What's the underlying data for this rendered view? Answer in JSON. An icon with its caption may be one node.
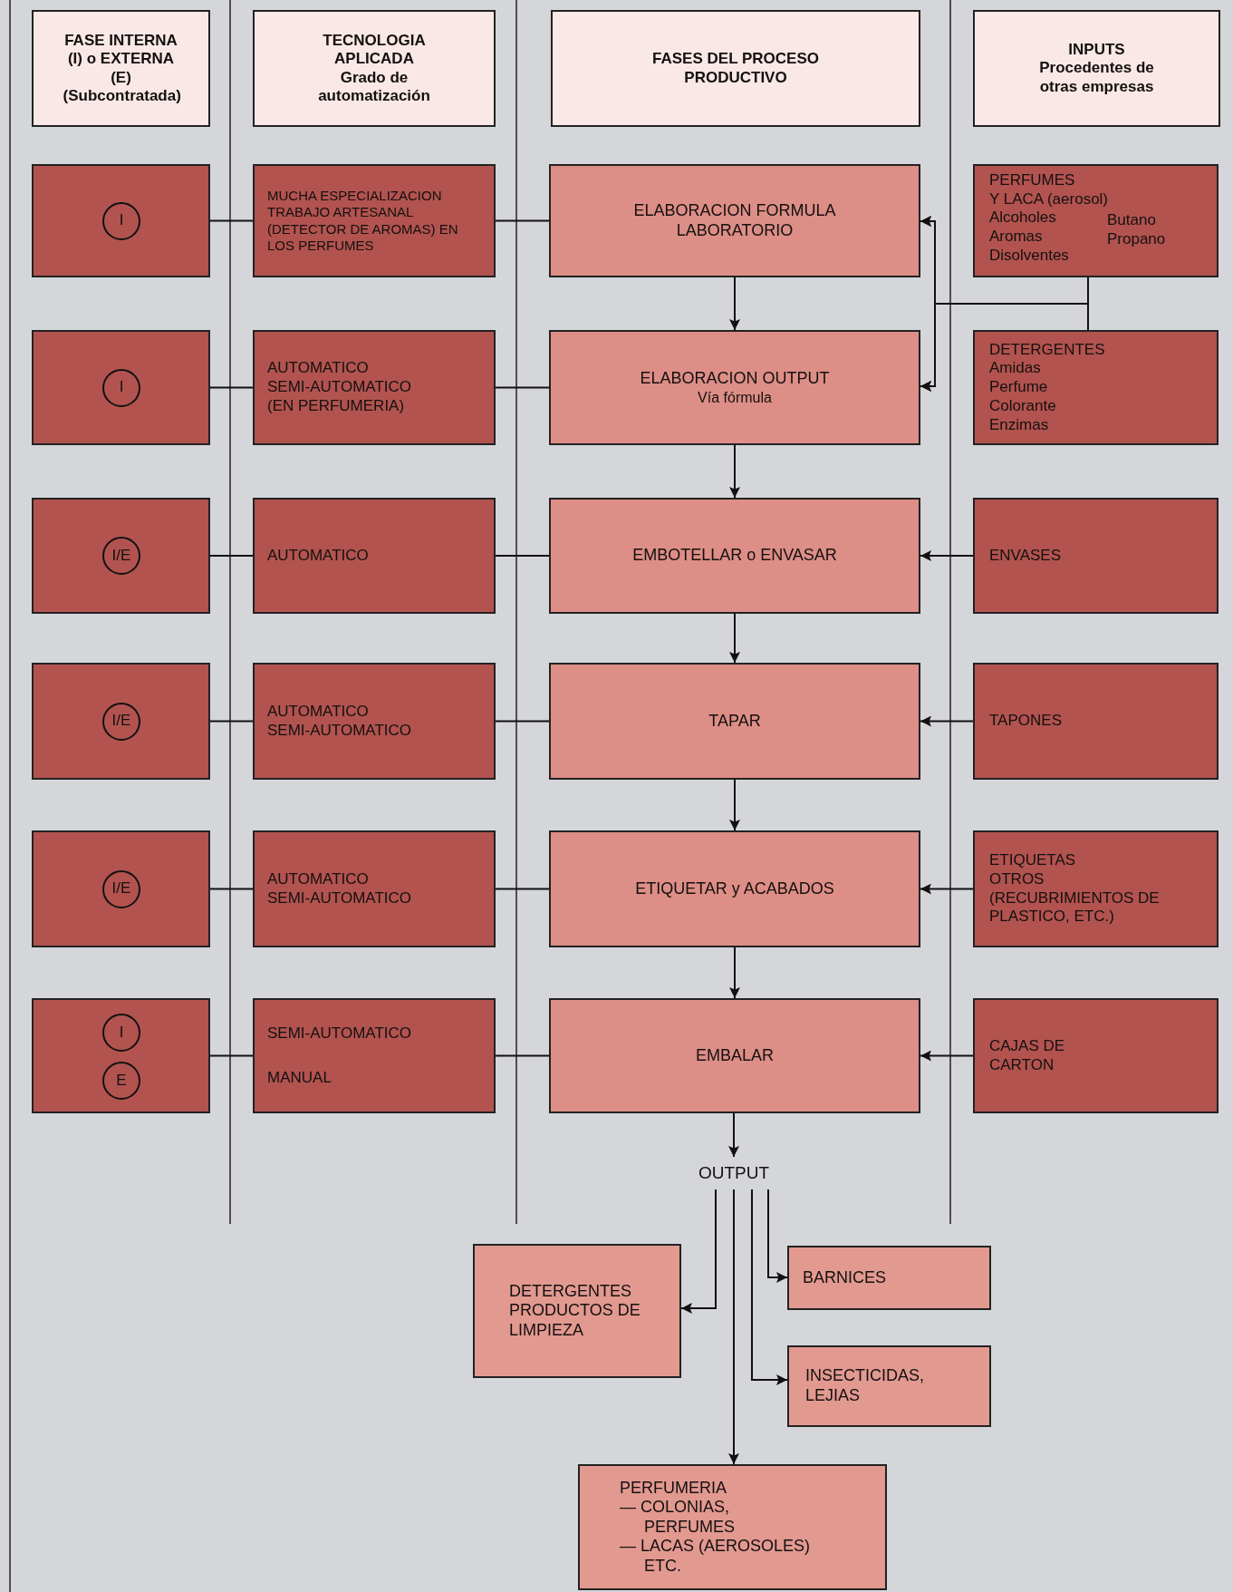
{
  "diagram": {
    "nodes": [
      {
        "text": [
          "FASE INTERNA (I) o EXTERNA (E) (Subcontratada)"
        ]
      },
      {
        "text": [
          "TECNOLOGIA APLICADA",
          "Grado de automatización"
        ]
      },
      {
        "text": [
          "FASES DEL PROCESO PRODUCTIVO"
        ]
      },
      {
        "text": [
          "INPUTS",
          "Procedentes de otras empresas"
        ]
      },
      {
        "text": [],
        "shape": "box"
      },
      {
        "text": [
          "I"
        ],
        "in": 4
      },
      {
        "text": [
          "MUCHA ESPECIALIZACION TRABAJO ARTESANAL (DETECTOR DE AROMAS) EN LOS PERFUMES"
        ]
      },
      {
        "text": [
          "ELABORACION FORMULA LABORATORIO"
        ]
      },
      {
        "text": [
          "PERFUMES",
          "Y LACA (aerosol)",
          "Alcoholes",
          "Aromas",
          "Disolventes",
          "Butano",
          "Propano"
        ]
      },
      {
        "text": [],
        "shape": "box"
      },
      {
        "text": [
          "I"
        ],
        "in": 9
      },
      {
        "text": [
          "AUTOMATICO",
          "SEMI-AUTOMATICO",
          "(EN PERFUMERIA)"
        ]
      },
      {
        "text": [
          "ELABORACION OUTPUT",
          "Vía fórmula"
        ]
      },
      {
        "text": [
          "DETERGENTES",
          "Amidas",
          "Perfume",
          "Colorante",
          "Enzimas"
        ]
      },
      {
        "text": [],
        "shape": "box"
      },
      {
        "text": [
          "I/E"
        ],
        "in": 14
      },
      {
        "text": [
          "AUTOMATICO"
        ]
      },
      {
        "text": [
          "EMBOTELLAR o ENVASAR"
        ]
      },
      {
        "text": [
          "ENVASES"
        ]
      },
      {
        "text": [],
        "shape": "box"
      },
      {
        "text": [
          "I/E"
        ],
        "in": 19
      },
      {
        "text": [
          "AUTOMATICO",
          "SEMI-AUTOMATICO"
        ]
      },
      {
        "text": [
          "TAPAR"
        ]
      },
      {
        "text": [
          "TAPONES"
        ]
      },
      {
        "text": [],
        "shape": "box"
      },
      {
        "text": [
          "I/E"
        ],
        "in": 24
      },
      {
        "text": [
          "AUTOMATICO",
          "SEMI-AUTOMATICO"
        ]
      },
      {
        "text": [
          "ETIQUETAR y ACABADOS"
        ]
      },
      {
        "text": [
          "ETIQUETAS",
          "OTROS",
          "(RECUBRIMIENTOS DE PLASTICO, ETC.)"
        ]
      },
      {
        "text": [],
        "shape": "box"
      },
      {
        "text": [
          "I"
        ],
        "in": 29
      },
      {
        "text": [
          "E"
        ],
        "in": 29
      },
      {
        "text": [
          "SEMI-AUTOMATICO",
          "MANUAL"
        ]
      },
      {
        "text": [
          "EMBALAR"
        ]
      },
      {
        "text": [
          "CAJAS DE CARTON"
        ]
      },
      {
        "text": [
          "OUTPUT"
        ]
      },
      {
        "text": [
          "DETERGENTES",
          "PRODUCTOS DE LIMPIEZA"
        ]
      },
      {
        "text": [
          "BARNICES"
        ]
      },
      {
        "text": [
          "INSECTICIDAS, LEJIAS"
        ]
      },
      {
        "text": [
          "PERFUMERIA",
          "— COLONIAS, PERFUMES",
          "— LACAS (AEROSOLES) ETC."
        ]
      }
    ],
    "edges": [
      {
        "from": 4,
        "to": 6,
        "arrow": "none"
      },
      {
        "from": 6,
        "to": 7,
        "arrow": "none"
      },
      {
        "from": 9,
        "to": 11,
        "arrow": "none"
      },
      {
        "from": 11,
        "to": 12,
        "arrow": "none"
      },
      {
        "from": 14,
        "to": 16,
        "arrow": "none"
      },
      {
        "from": 16,
        "to": 17,
        "arrow": "none"
      },
      {
        "from": 19,
        "to": 21,
        "arrow": "none"
      },
      {
        "from": 21,
        "to": 22,
        "arrow": "none"
      },
      {
        "from": 24,
        "to": 26,
        "arrow": "none"
      },
      {
        "from": 26,
        "to": 27,
        "arrow": "none"
      },
      {
        "from": 29,
        "to": 32,
        "arrow": "none"
      },
      {
        "from": 32,
        "to": 33,
        "arrow": "none"
      },
      {
        "from": 7,
        "to": 12,
        "arrow": "to"
      },
      {
        "from": 12,
        "to": 17,
        "arrow": "to"
      },
      {
        "from": 17,
        "to": 22,
        "arrow": "to"
      },
      {
        "from": 22,
        "to": 27,
        "arrow": "to"
      },
      {
        "from": 27,
        "to": 33,
        "arrow": "to"
      },
      {
        "from": 33,
        "to": 35,
        "arrow": "to"
      },
      {
        "from": 8,
        "to": 7,
        "arrow": "to"
      },
      {
        "from": 8,
        "to": 12,
        "arrow": "to"
      },
      {
        "from": 13,
        "to": 7,
        "arrow": "to"
      },
      {
        "from": 13,
        "to": 12,
        "arrow": "to"
      },
      {
        "from": 18,
        "to": 17,
        "arrow": "to"
      },
      {
        "from": 23,
        "to": 22,
        "arrow": "to"
      },
      {
        "from": 28,
        "to": 27,
        "arrow": "to"
      },
      {
        "from": 34,
        "to": 33,
        "arrow": "to"
      },
      {
        "from": 35,
        "to": 36,
        "arrow": "to"
      },
      {
        "from": 35,
        "to": 37,
        "arrow": "to"
      },
      {
        "from": 35,
        "to": 38,
        "arrow": "to"
      },
      {
        "from": 35,
        "to": 39,
        "arrow": "to"
      }
    ]
  }
}
